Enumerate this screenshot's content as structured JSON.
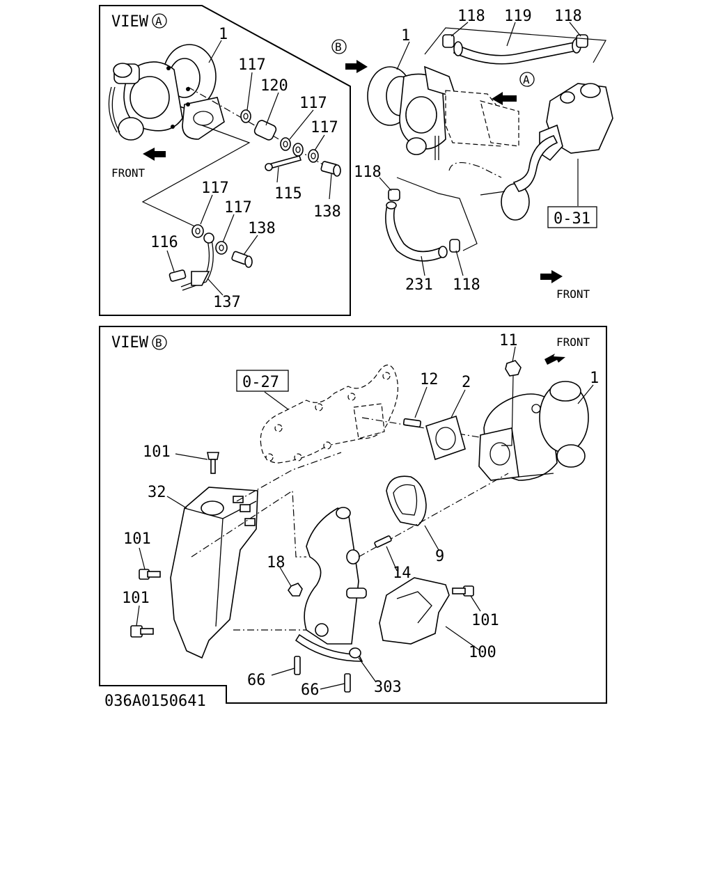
{
  "code": "036A0150641",
  "view_a": {
    "title": "VIEW",
    "marker": "A",
    "front": "FRONT",
    "parts": [
      "1",
      "117",
      "120",
      "117",
      "117",
      "117",
      "115",
      "138",
      "117",
      "117",
      "138",
      "116",
      "137"
    ]
  },
  "main": {
    "view_b_marker": "B",
    "view_a_marker": "A",
    "front": "FRONT",
    "ref_box": "0-31",
    "parts": [
      "118",
      "119",
      "118",
      "1",
      "118",
      "231",
      "118"
    ]
  },
  "view_b": {
    "title": "VIEW",
    "marker": "B",
    "front": "FRONT",
    "ref_box": "0-27",
    "parts": [
      "11",
      "12",
      "2",
      "1",
      "101",
      "32",
      "101",
      "18",
      "14",
      "9",
      "101",
      "101",
      "100",
      "66",
      "303",
      "66"
    ]
  }
}
